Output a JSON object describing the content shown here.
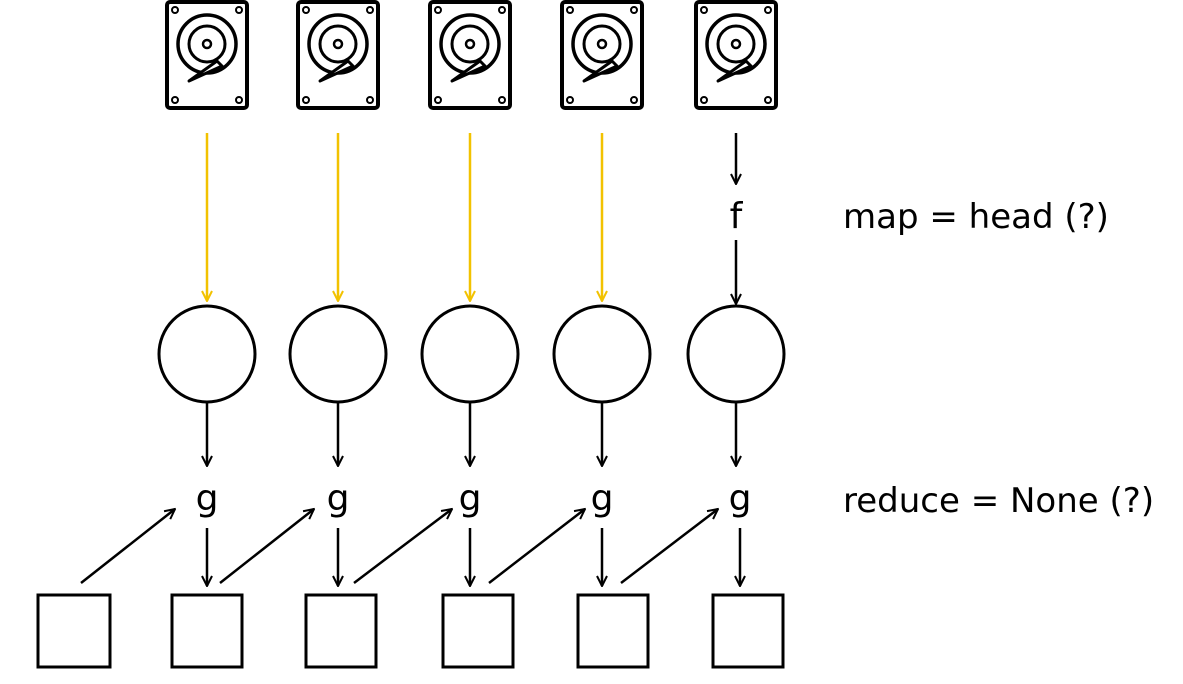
{
  "diagram": {
    "side_labels": {
      "map": "map = head (?)",
      "reduce": "reduce = None (?)"
    },
    "columns": [
      {
        "source": "disk-icon",
        "map_fn": "",
        "reduce_fn": "g"
      },
      {
        "source": "disk-icon",
        "map_fn": "",
        "reduce_fn": "g"
      },
      {
        "source": "disk-icon",
        "map_fn": "",
        "reduce_fn": "g"
      },
      {
        "source": "disk-icon",
        "map_fn": "",
        "reduce_fn": "g"
      },
      {
        "source": "disk-icon",
        "map_fn": "f",
        "reduce_fn": "g"
      }
    ],
    "colors": {
      "line": "#000000",
      "highlight": "#f2c200",
      "background": "#ffffff"
    }
  }
}
